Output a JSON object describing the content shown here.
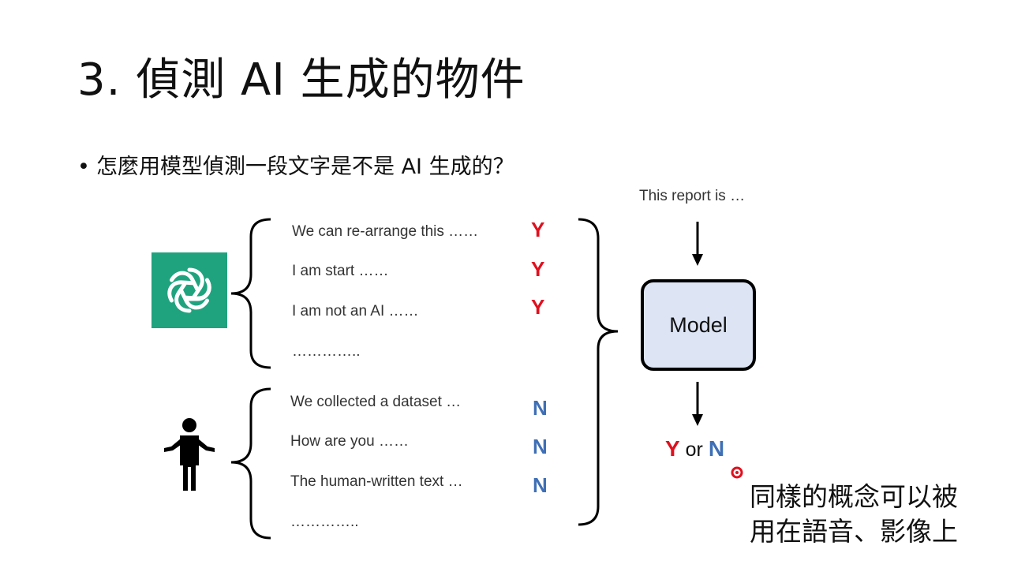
{
  "slide": {
    "title": "3. 偵測 AI 生成的物件",
    "bullet": "怎麼用模型偵測一段文字是不是 AI 生成的？"
  },
  "ai_group": {
    "icon": "chatgpt-logo-icon",
    "samples": [
      {
        "text": "We can re-arrange this ……",
        "label": "Y"
      },
      {
        "text": "I am start ……",
        "label": "Y"
      },
      {
        "text": "I am not an AI ……",
        "label": "Y"
      },
      {
        "text": "…………..",
        "label": ""
      }
    ]
  },
  "human_group": {
    "icon": "person-shrug-icon",
    "samples": [
      {
        "text": "We collected a dataset …",
        "label": "N"
      },
      {
        "text": "How are you ……",
        "label": "N"
      },
      {
        "text": "The human-written text …",
        "label": "N"
      },
      {
        "text": "…………..",
        "label": ""
      }
    ]
  },
  "model": {
    "input_hint": "This report is …",
    "label": "Model",
    "output": {
      "y": "Y",
      "mid": " or ",
      "n": "N"
    }
  },
  "note": {
    "line1": "同樣的概念可以被",
    "line2": "用在語音、影像上"
  },
  "colors": {
    "yes": "#e0101e",
    "no": "#3f6fb5",
    "model_fill": "#dde4f4",
    "logo_bg": "#1fa37f",
    "cursor": "#e0101e"
  }
}
